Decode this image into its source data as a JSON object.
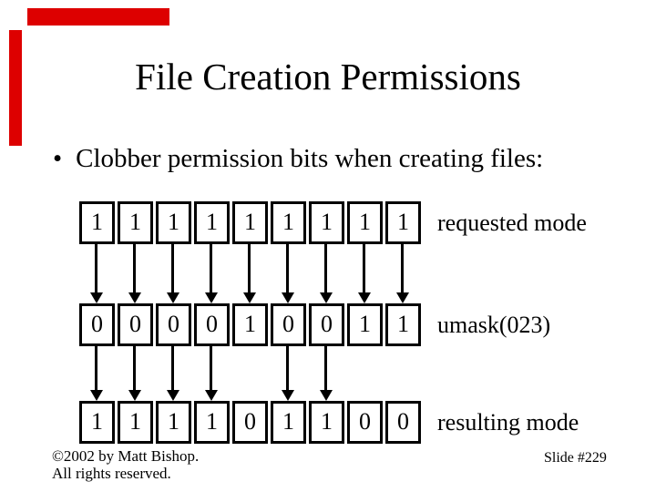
{
  "slide": {
    "title": "File Creation Permissions",
    "bullet_glyph": "•",
    "bullet": "Clobber permission bits when creating files:",
    "copyright_line1": "©2002 by Matt Bishop.",
    "copyright_line2": "All rights reserved.",
    "slide_number": "Slide #229",
    "accent_color": "#DD0000"
  },
  "diagram": {
    "rows": [
      {
        "label": "requested mode",
        "bits": [
          "1",
          "1",
          "1",
          "1",
          "1",
          "1",
          "1",
          "1",
          "1"
        ]
      },
      {
        "label": "umask(023)",
        "bits": [
          "0",
          "0",
          "0",
          "0",
          "1",
          "0",
          "0",
          "1",
          "1"
        ]
      },
      {
        "label": "resulting mode",
        "bits": [
          "1",
          "1",
          "1",
          "1",
          "0",
          "1",
          "1",
          "0",
          "0"
        ]
      }
    ],
    "arrows_row1_to_row2": [
      0,
      1,
      2,
      3,
      4,
      5,
      6,
      7,
      8
    ],
    "arrows_row2_to_row3": [
      0,
      1,
      2,
      3,
      5,
      6
    ]
  }
}
